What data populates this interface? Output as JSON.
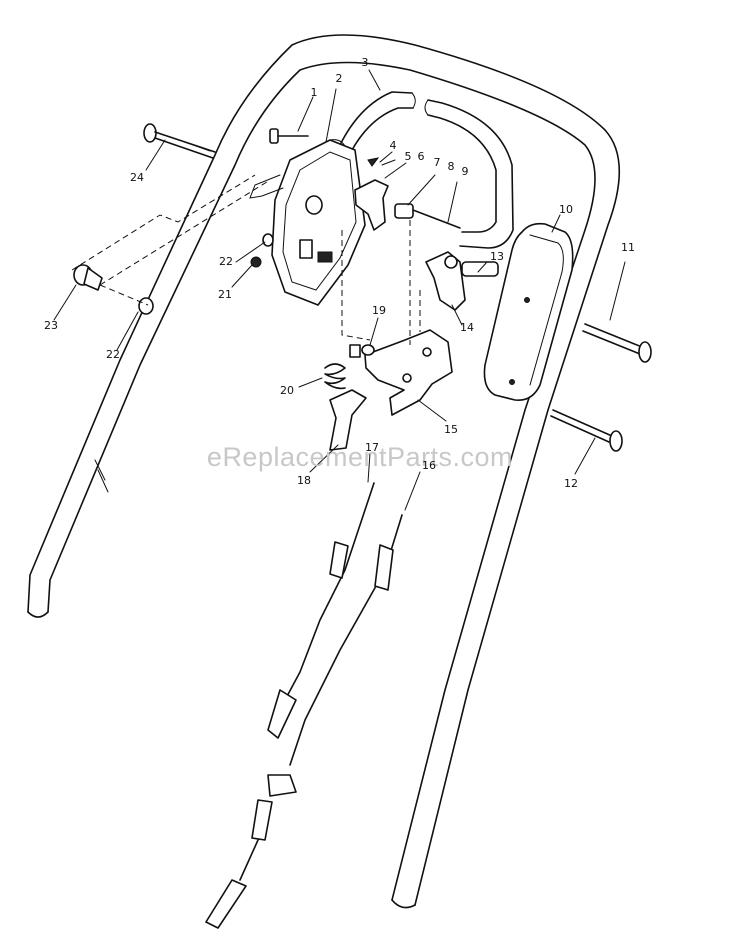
{
  "watermark": "eReplacementParts.com",
  "callouts": [
    {
      "id": "1",
      "label": "1"
    },
    {
      "id": "2",
      "label": "2"
    },
    {
      "id": "3",
      "label": "3"
    },
    {
      "id": "4",
      "label": "4"
    },
    {
      "id": "5",
      "label": "5"
    },
    {
      "id": "6",
      "label": "6"
    },
    {
      "id": "7",
      "label": "7"
    },
    {
      "id": "8",
      "label": "8"
    },
    {
      "id": "9",
      "label": "9"
    },
    {
      "id": "10",
      "label": "10"
    },
    {
      "id": "11",
      "label": "11"
    },
    {
      "id": "12",
      "label": "12"
    },
    {
      "id": "13",
      "label": "13"
    },
    {
      "id": "14",
      "label": "14"
    },
    {
      "id": "15",
      "label": "15"
    },
    {
      "id": "16",
      "label": "16"
    },
    {
      "id": "17",
      "label": "17"
    },
    {
      "id": "18",
      "label": "18"
    },
    {
      "id": "19",
      "label": "19"
    },
    {
      "id": "20",
      "label": "20"
    },
    {
      "id": "21",
      "label": "21"
    },
    {
      "id": "22a",
      "label": "22"
    },
    {
      "id": "22b",
      "label": "22"
    },
    {
      "id": "23",
      "label": "23"
    },
    {
      "id": "24",
      "label": "24"
    }
  ]
}
